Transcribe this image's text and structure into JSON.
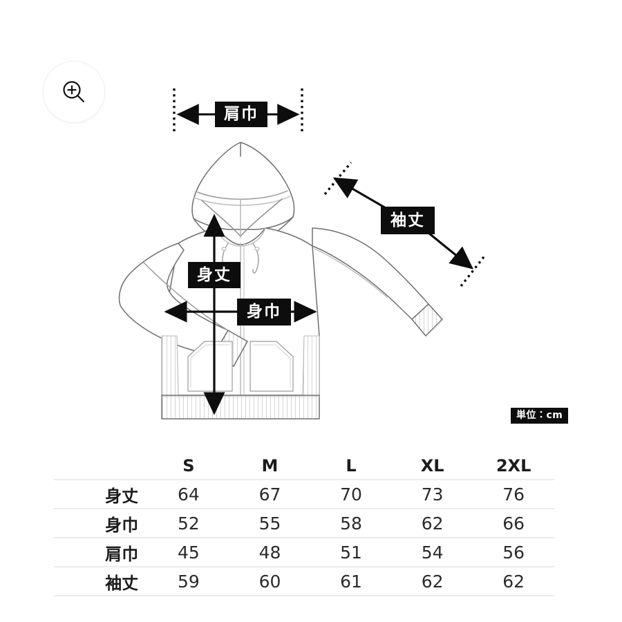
{
  "page": {
    "background": "#ffffff",
    "accent_dark": "#0d0d0d",
    "rule_color": "#ececed"
  },
  "zoom_control": {
    "name": "zoom-in",
    "icon": "magnifier-plus-icon",
    "label": "+"
  },
  "illustration": {
    "name": "hoodie-technical-drawing",
    "garment": "zip-up hoodie",
    "line_color": "#6e6e6e",
    "fill_color": "#ffffff"
  },
  "measurement_labels": [
    {
      "key": "shoulder",
      "text": "肩巾",
      "arrow": "horizontal"
    },
    {
      "key": "sleeve",
      "text": "袖丈",
      "arrow": "diagonal"
    },
    {
      "key": "body_length",
      "text": "身丈",
      "arrow": "vertical"
    },
    {
      "key": "body_width",
      "text": "身巾",
      "arrow": "horizontal"
    }
  ],
  "unit_badge": {
    "text": "単位：cm"
  },
  "chart_data": {
    "type": "table",
    "title": "",
    "unit": "cm",
    "categories": [
      "S",
      "M",
      "L",
      "XL",
      "2XL"
    ],
    "row_header": "",
    "series": [
      {
        "name": "身丈",
        "values": [
          64,
          67,
          70,
          73,
          76
        ]
      },
      {
        "name": "身巾",
        "values": [
          52,
          55,
          58,
          62,
          66
        ]
      },
      {
        "name": "肩巾",
        "values": [
          45,
          48,
          51,
          54,
          56
        ]
      },
      {
        "name": "袖丈",
        "values": [
          59,
          60,
          61,
          62,
          62
        ]
      }
    ]
  },
  "table": {
    "corner": "",
    "columns": [
      "S",
      "M",
      "L",
      "XL",
      "2XL"
    ],
    "rows": [
      {
        "label": "身丈",
        "cells": [
          "64",
          "67",
          "70",
          "73",
          "76"
        ]
      },
      {
        "label": "身巾",
        "cells": [
          "52",
          "55",
          "58",
          "62",
          "66"
        ]
      },
      {
        "label": "肩巾",
        "cells": [
          "45",
          "48",
          "51",
          "54",
          "56"
        ]
      },
      {
        "label": "袖丈",
        "cells": [
          "59",
          "60",
          "61",
          "62",
          "62"
        ]
      }
    ]
  }
}
